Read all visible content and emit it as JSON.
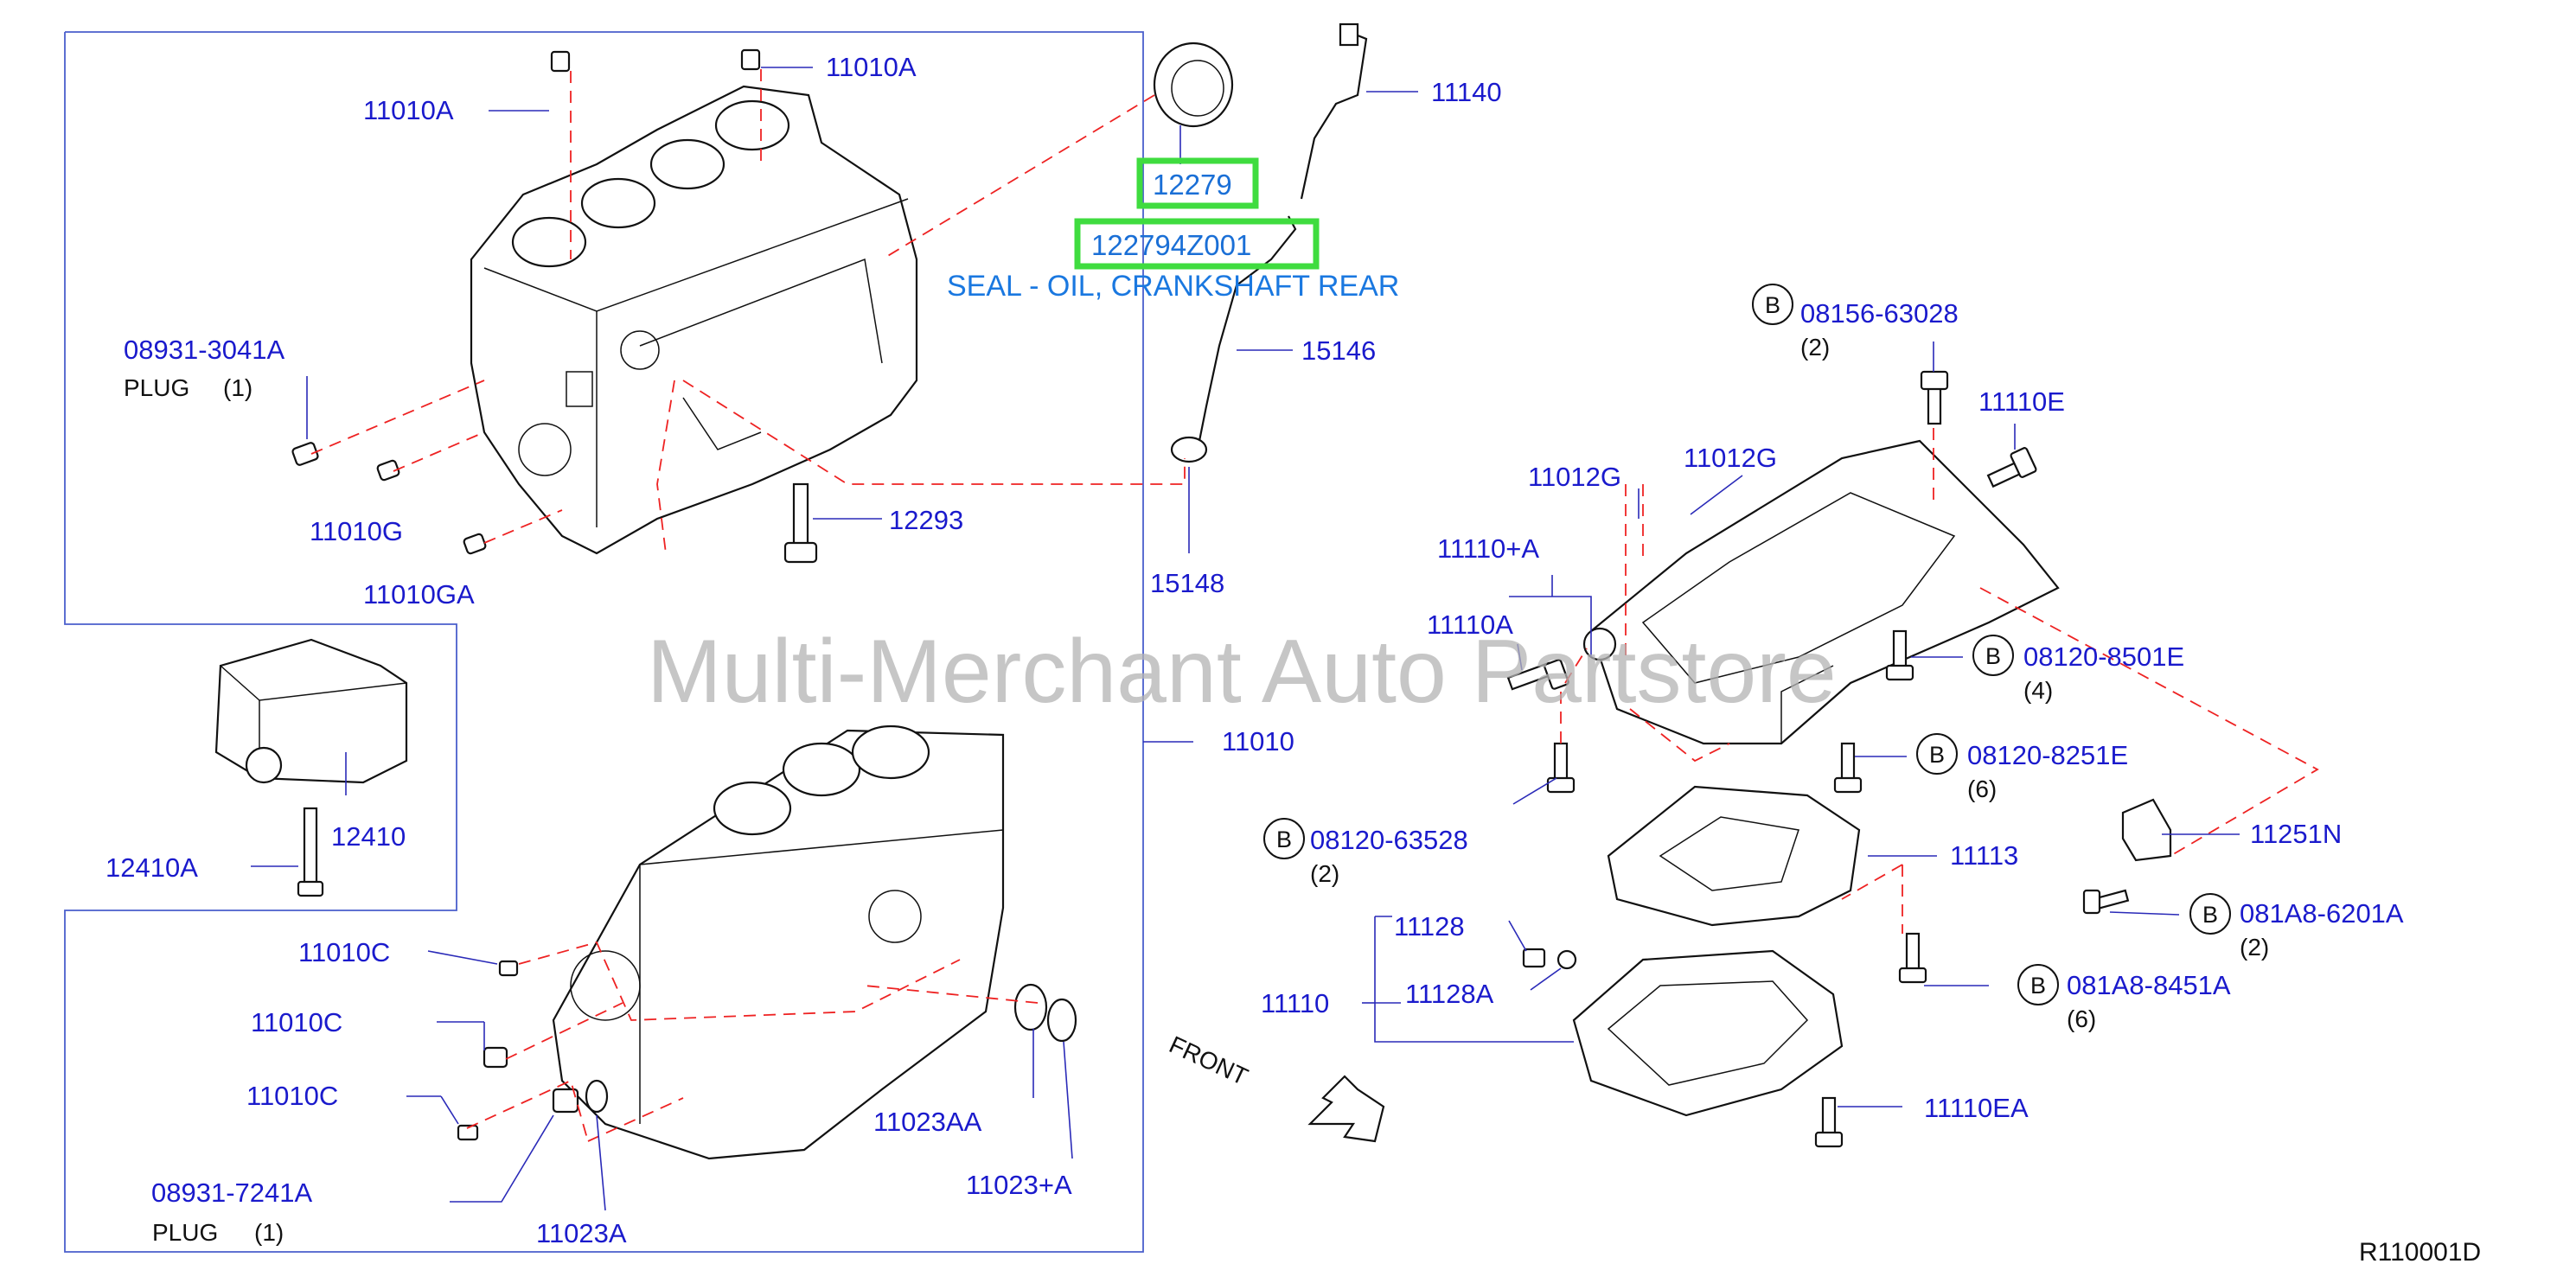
{
  "watermark": "Multi-Merchant Auto Partstore",
  "diagram_ref": "R110001D",
  "front_label": "FRONT",
  "highlight": {
    "part_1": "12279",
    "part_2": "122794Z001",
    "description": "SEAL - OIL, CRANKSHAFT REAR"
  },
  "callouts": {
    "c11010A_top": "11010A",
    "c11010A_left": "11010A",
    "c08931_3041A": "08931-3041A",
    "plug_1": "PLUG",
    "plug_1_qty": "(1)",
    "c11010G": "11010G",
    "c11010GA": "11010GA",
    "c12293": "12293",
    "c11140": "11140",
    "c15146": "15146",
    "c15148": "15148",
    "c12410": "12410",
    "c12410A": "12410A",
    "c11010": "11010",
    "c11010C_1": "11010C",
    "c11010C_2": "11010C",
    "c11010C_3": "11010C",
    "c08931_7241A": "08931-7241A",
    "plug_2": "PLUG",
    "plug_2_qty": "(1)",
    "c11023A": "11023A",
    "c11023AA": "11023AA",
    "c11023plusA": "11023+A",
    "c08156_63028": "08156-63028",
    "c08156_63028_qty": "(2)",
    "c11110E": "11110E",
    "c11012G_1": "11012G",
    "c11012G_2": "11012G",
    "c11110plusA": "11110+A",
    "c11110A": "11110A",
    "c08120_8501E": "08120-8501E",
    "c08120_8501E_qty": "(4)",
    "c08120_8251E": "08120-8251E",
    "c08120_8251E_qty": "(6)",
    "c08120_63528": "08120-63528",
    "c08120_63528_qty": "(2)",
    "c11113": "11113",
    "c11251N": "11251N",
    "c081A8_6201A": "081A8-6201A",
    "c081A8_6201A_qty": "(2)",
    "c11128": "11128",
    "c11128A": "11128A",
    "c11110": "11110",
    "c081A8_8451A": "081A8-8451A",
    "c081A8_8451A_qty": "(6)",
    "c11110EA": "11110EA",
    "circle_b": "B"
  }
}
